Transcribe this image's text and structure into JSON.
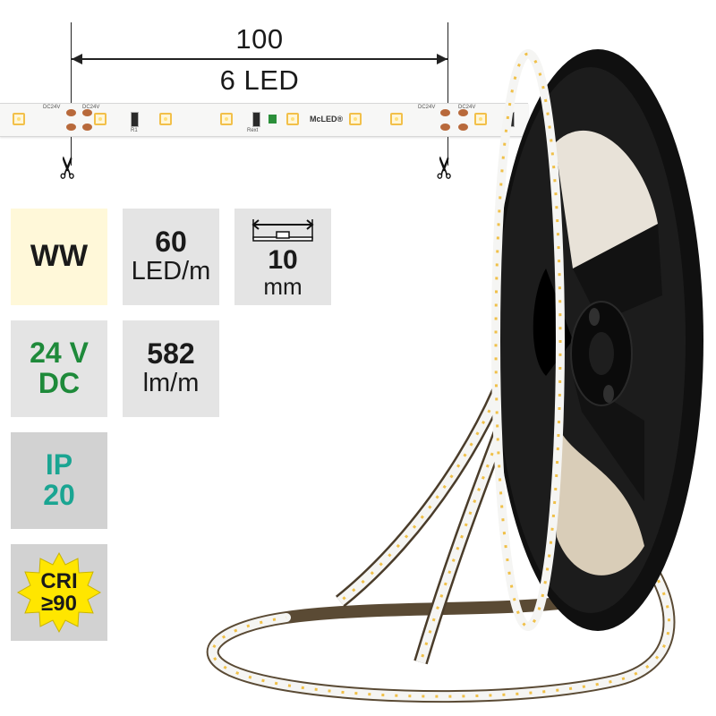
{
  "dimension": {
    "length": "100",
    "led_count": "6 LED"
  },
  "strip": {
    "brand": "McLED®",
    "voltage_label": "DC24V",
    "resistor_label_1": "R1",
    "resistor_label_2": "Rext",
    "plus_sign": "+",
    "minus_sign": "-",
    "scissors_glyph": "✂"
  },
  "tiles": {
    "color": {
      "label": "WW",
      "bg": "#fff8d9"
    },
    "density": {
      "value": "60",
      "unit": "LED/m"
    },
    "width": {
      "value": "10",
      "unit": "mm"
    },
    "voltage": {
      "value": "24 V",
      "unit": "DC",
      "color": "#1e8a3a"
    },
    "flux": {
      "value": "582",
      "unit": "lm/m"
    },
    "ip": {
      "label": "IP",
      "value": "20",
      "color": "#1aa592"
    },
    "cri": {
      "label": "CRI",
      "value": "≥90",
      "badge_color": "#ffe600"
    }
  }
}
